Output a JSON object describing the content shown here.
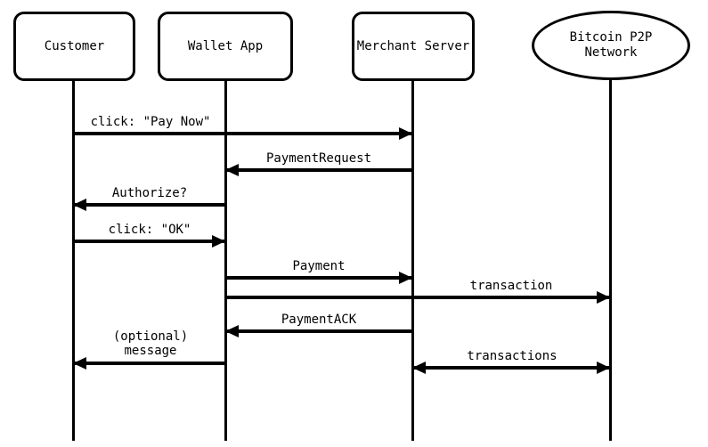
{
  "diagram": {
    "type": "sequence-diagram",
    "colors": {
      "line": "#000000",
      "background": "#ffffff",
      "node_fill": "#ffffff"
    },
    "actors": [
      {
        "id": "customer",
        "label": "Customer",
        "shape": "rounded-rect"
      },
      {
        "id": "wallet-app",
        "label": "Wallet App",
        "shape": "rounded-rect"
      },
      {
        "id": "merchant-server",
        "label": "Merchant Server",
        "shape": "rounded-rect"
      },
      {
        "id": "bitcoin-p2p-network",
        "label": "Bitcoin P2P Network",
        "shape": "ellipse"
      }
    ],
    "messages": [
      {
        "label": "click: \"Pay Now\"",
        "from": "Customer",
        "to": "Merchant Server",
        "direction": "right"
      },
      {
        "label": "PaymentRequest",
        "from": "Merchant Server",
        "to": "Wallet App",
        "direction": "left"
      },
      {
        "label": "Authorize?",
        "from": "Wallet App",
        "to": "Customer",
        "direction": "left"
      },
      {
        "label": "click: \"OK\"",
        "from": "Customer",
        "to": "Wallet App",
        "direction": "right"
      },
      {
        "label": "Payment",
        "from": "Wallet App",
        "to": "Merchant Server",
        "direction": "right"
      },
      {
        "label": "transaction",
        "from": "Wallet App",
        "to": "Bitcoin P2P Network",
        "direction": "right"
      },
      {
        "label": "PaymentACK",
        "from": "Merchant Server",
        "to": "Wallet App",
        "direction": "left"
      },
      {
        "label": "(optional) message",
        "from": "Wallet App",
        "to": "Customer",
        "direction": "left"
      },
      {
        "label": "transactions",
        "from": "Merchant Server",
        "to": "Bitcoin P2P Network",
        "direction": "both"
      }
    ]
  }
}
